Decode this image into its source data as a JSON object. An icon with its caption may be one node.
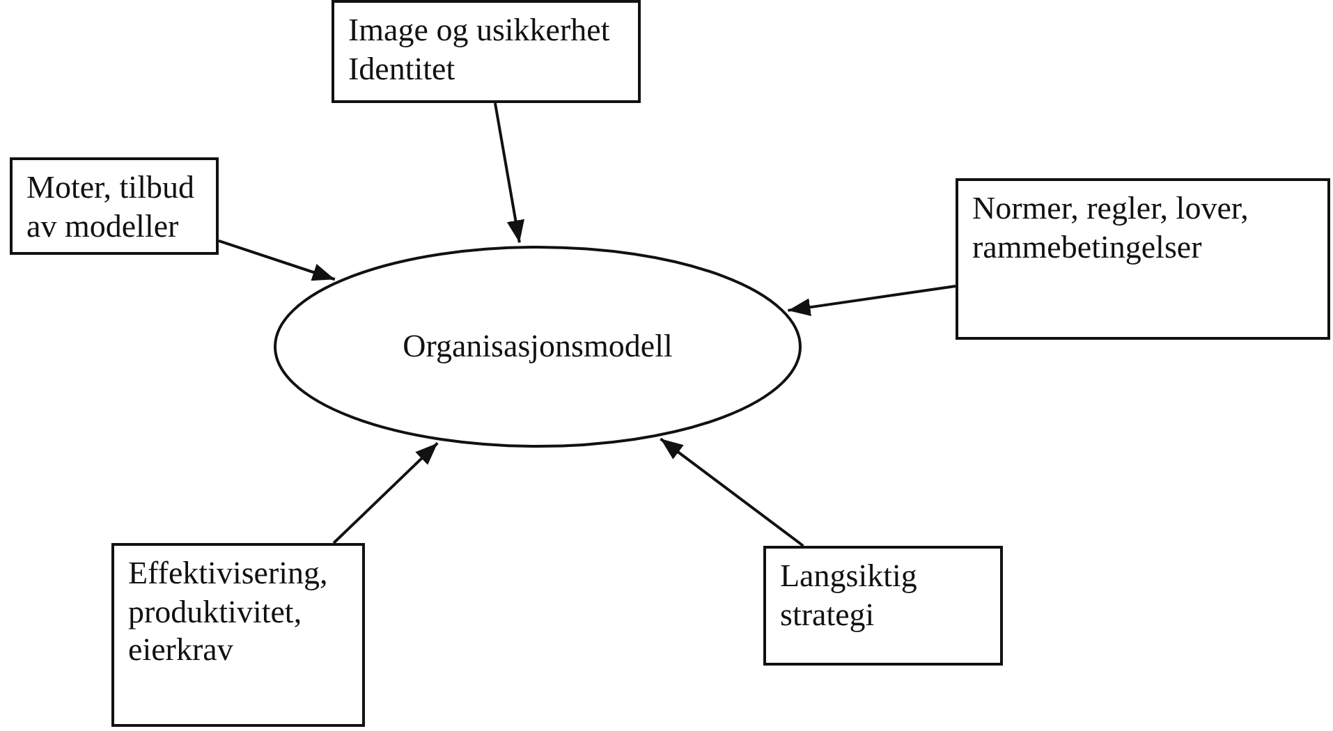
{
  "diagram": {
    "nodes": [
      {
        "text": [
          "Image og usikkerhet",
          "Identitet"
        ]
      },
      {
        "text": [
          "Moter, tilbud av modeller"
        ]
      },
      {
        "text": [
          "Normer, regler, lover, rammebetingelser"
        ]
      },
      {
        "text": [
          "Organisasjonsmodell"
        ]
      },
      {
        "text": [
          "Effektivisering, produktivitet, eierkrav"
        ]
      },
      {
        "text": [
          "Langsiktig strategi"
        ]
      }
    ],
    "edges": [
      {
        "from": 0,
        "to": 3,
        "arrow": "to"
      },
      {
        "from": 1,
        "to": 3,
        "arrow": "to"
      },
      {
        "from": 2,
        "to": 3,
        "arrow": "to"
      },
      {
        "from": 4,
        "to": 3,
        "arrow": "to"
      },
      {
        "from": 5,
        "to": 3,
        "arrow": "to"
      }
    ]
  }
}
